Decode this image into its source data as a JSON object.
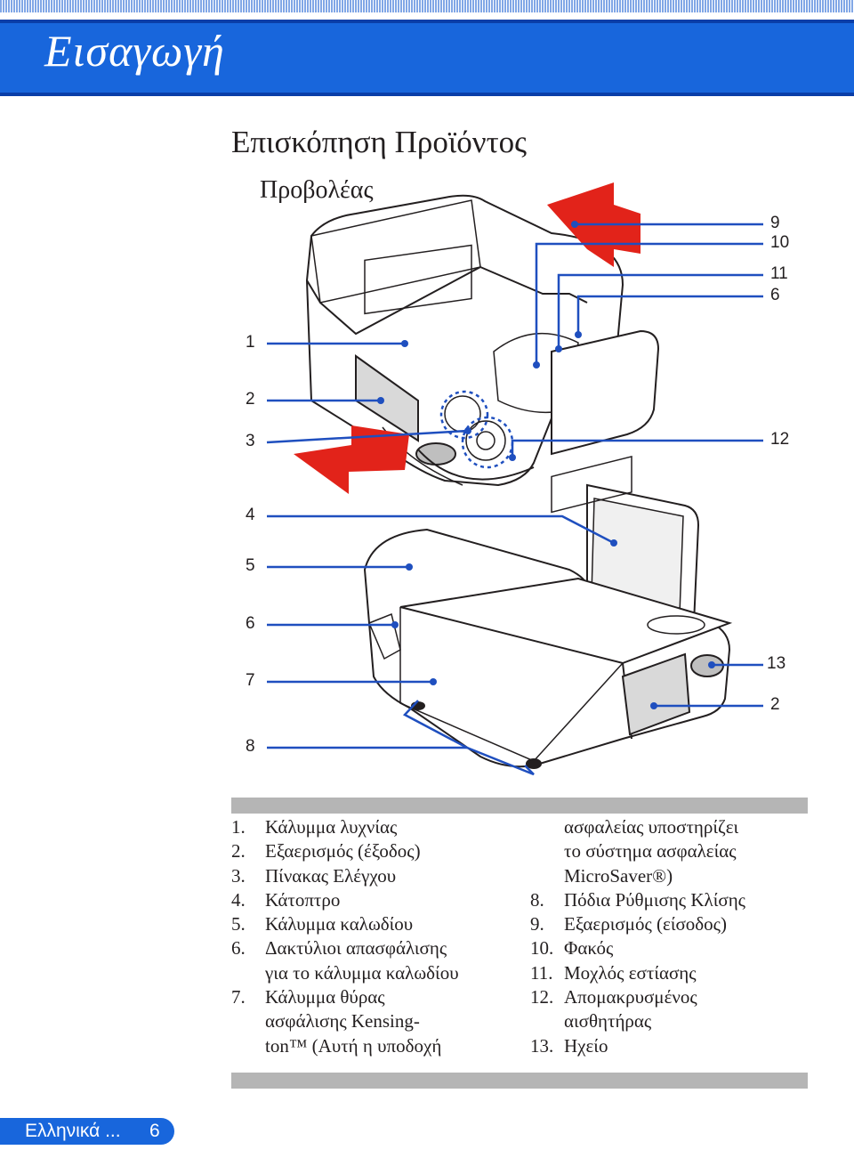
{
  "header": {
    "chapter_title": "Εισαγωγή"
  },
  "section_title": "Επισκόπηση Προϊόντος",
  "subsection_title": "Προβολέας",
  "callouts": {
    "left_top": [
      "1",
      "2",
      "3"
    ],
    "left_bottom": [
      "4",
      "5",
      "6",
      "7",
      "8"
    ],
    "right_top": [
      "9",
      "10",
      "11",
      "6",
      "12"
    ],
    "right_bottom": [
      "13",
      "2"
    ]
  },
  "legend": {
    "left": [
      {
        "num": "1.",
        "text": "Κάλυμμα λυχνίας"
      },
      {
        "num": "2.",
        "text": "Εξαερισμός (έξοδος)"
      },
      {
        "num": "3.",
        "text": "Πίνακας Ελέγχου"
      },
      {
        "num": "4.",
        "text": "Κάτοπτρο"
      },
      {
        "num": "5.",
        "text": "Κάλυμμα καλωδίου"
      },
      {
        "num": "6.",
        "text": "Δακτύλιοι απασφάλισης\nγια το κάλυμμα καλωδίου"
      },
      {
        "num": "7.",
        "text": "Κάλυμμα θύρας\nασφάλισης Kensing-\nton™ (Αυτή η υποδοχή"
      }
    ],
    "right": [
      {
        "num": "",
        "text": "ασφαλείας υποστηρίζει\nτο σύστημα ασφαλείας\nMicroSaver®)"
      },
      {
        "num": "8.",
        "text": "Πόδια Ρύθμισης Κλίσης"
      },
      {
        "num": "9.",
        "text": "Εξαερισμός (είσοδος)"
      },
      {
        "num": "10.",
        "text": "Φακός"
      },
      {
        "num": "11.",
        "text": "Μοχλός εστίασης"
      },
      {
        "num": "12.",
        "text": "Απομακρυσμένος\nαισθητήρας"
      },
      {
        "num": "13.",
        "text": "Ηχείο"
      }
    ]
  },
  "footer": {
    "language": "Ελληνικά ...",
    "page_number": "6"
  },
  "colors": {
    "header_blue": "#1866dc",
    "callout_blue": "#1f4fbf",
    "arrow_red": "#e2231a",
    "bar_gray": "#b5b5b5"
  }
}
